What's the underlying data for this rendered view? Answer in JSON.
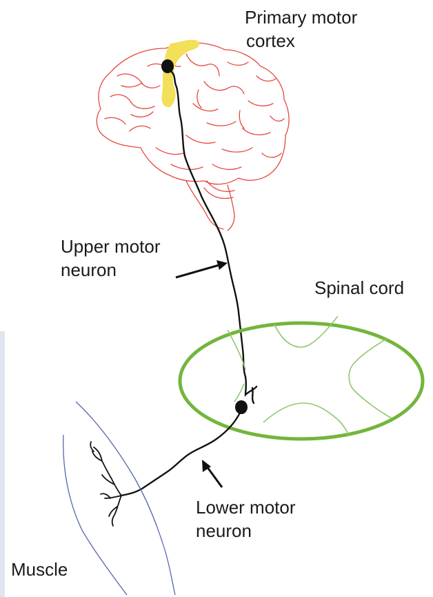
{
  "labels": {
    "primary_motor_cortex": [
      "Primary motor",
      "cortex"
    ],
    "upper_motor_neuron": [
      "Upper motor",
      "neuron"
    ],
    "spinal_cord": "Spinal cord",
    "lower_motor_neuron": [
      "Lower motor",
      "neuron"
    ],
    "muscle": "Muscle"
  },
  "colors": {
    "brain_outline": "#e8453c",
    "motor_cortex_highlight": "#f2df5a",
    "neuron": "#111111",
    "spinal_cord_outline": "#74b53c",
    "spinal_gray_matter": "#8fc86a",
    "muscle_outline": "#5566aa"
  }
}
